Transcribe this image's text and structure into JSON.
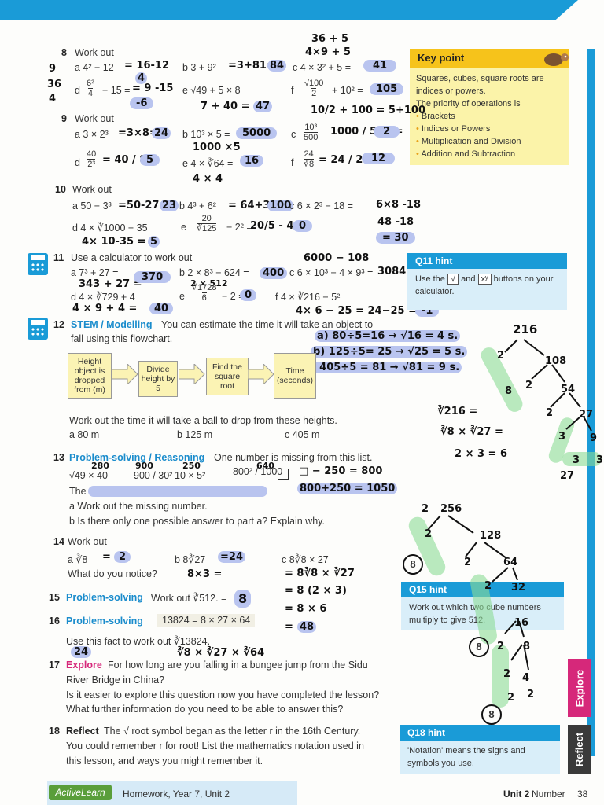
{
  "keypoint": {
    "title": "Key point",
    "text1": "Squares, cubes, square roots are indices or powers.",
    "text2": "The priority of operations is",
    "items": [
      "Brackets",
      "Indices or Powers",
      "Multiplication and Division",
      "Addition and Subtraction"
    ]
  },
  "q8": {
    "num": "8",
    "title": "Work out",
    "a": "a  4² − 12",
    "b": "b  3 + 9²",
    "c": "c  4 × 3² + 5 =",
    "d": "d",
    "e": "e  √49 + 5 × 8",
    "f": "f",
    "hw_a": "= 16-12",
    "hw_a2": "4",
    "hw_b": "=3+81=",
    "hw_b_ans": "84",
    "hw_c_top": "36 + 5",
    "hw_c_top2": "4×9 + 5",
    "hw_c_ans": "41",
    "hw_d": "= 9 -15",
    "hw_d_ans": "-6",
    "hw_e": "7 + 40 =",
    "hw_e_ans": "47",
    "hw_f_ans": "105",
    "hw_f_work": "10/2 + 100 = 5+100",
    "left_notes": [
      "9",
      "36",
      "4"
    ]
  },
  "q9": {
    "num": "9",
    "title": "Work out",
    "a": "a  3 × 2³",
    "b": "b  10³ × 5 =",
    "c": "c",
    "d": "d",
    "e": "e  4 × ∛64 =",
    "f": "f",
    "hw_a": "=3×8=",
    "hw_a_ans": "24",
    "hw_b_ans": "5000",
    "hw_b_work": "1000 ×5",
    "hw_c": "1000 / 500 =",
    "hw_c_ans": "2",
    "hw_d": "= 40 / 8 =",
    "hw_d_ans": "5",
    "hw_e_ans": "16",
    "hw_e_work": "4 × 4",
    "hw_f": "= 24 / 2 =",
    "hw_f_ans": "12"
  },
  "q10": {
    "num": "10",
    "title": "Work out",
    "a": "a  50 − 3³",
    "b": "b  4³ + 6²",
    "c": "c   6 × 2³ − 18 =",
    "d": "d  4 × ∛1000 − 35",
    "e": "e",
    "e_tail": "− 2² =",
    "hw_a": "=50-27=",
    "hw_a_ans": "23",
    "hw_b": "= 64+36 =",
    "hw_b_ans": "100",
    "hw_c": "6×8 -18",
    "hw_c2": "48 -18",
    "hw_c_ans": "= 30",
    "hw_d": "4× 10-35 =",
    "hw_d_ans": "5",
    "hw_e": "20/5 - 4 =",
    "hw_e_ans": "0"
  },
  "q11": {
    "num": "11",
    "title": "Use a calculator to work out",
    "a": "a  7³ + 27 =",
    "b": "b  2 × 8³ − 624 =",
    "c": "c  6 × 10³ − 4 × 9³ =",
    "d": "d  4 × ∛729 + 4",
    "e": "e",
    "e_tail": "− 2 =",
    "f": "f  4 × ∛216 − 5²",
    "hw_a_work": "343 + 27 =",
    "hw_a_ans": "370",
    "hw_b_work": "2 × 512",
    "hw_b_ans": "400",
    "hw_c_work": "6000 − 108",
    "hw_c_ans": "3084",
    "hw_d": "4 × 9 + 4 =",
    "hw_d_ans": "40",
    "hw_e_ans": "0",
    "hw_f": "4×  6  − 25 = 24−25 =",
    "hw_f_ans": "-1"
  },
  "q11hint": {
    "title": "Q11 hint",
    "text_pre": "Use the",
    "text_mid": "and",
    "text_post": "buttons on your calculator.",
    "key1": "√",
    "key2": "xʸ"
  },
  "q12": {
    "num": "12",
    "label": "STEM / Modelling",
    "text1": "You can estimate the time it will take an object to",
    "text2": "fall using this flowchart.",
    "flow": [
      "Height object is dropped from (m)",
      "Divide height by 5",
      "Find the square root",
      "Time (seconds)"
    ],
    "task": "Work out the time it will take a ball to drop from these heights.",
    "a": "a  80 m",
    "b": "b  125 m",
    "c": "c  405 m",
    "hw_a": "a) 80÷5=16 → √16 = 4 s.",
    "hw_b": "b) 125÷5= 25 → √25 = 5 s.",
    "hw_c": "c) 405÷5 = 81 → √81 = 9 s."
  },
  "q13": {
    "num": "13",
    "label": "Problem-solving / Reasoning",
    "text1": "One number is missing from this list.",
    "list": [
      "√49 × 40",
      "900 / 30²",
      "10 × 5²",
      "800² / 1000"
    ],
    "the": "The",
    "a": "a  Work out the missing number.",
    "b": "b  Is there only one possible answer to part a? Explain why.",
    "hw_top": [
      "280",
      "900",
      "250",
      "640"
    ],
    "hw_work": "□ − 250 = 800",
    "hw_ans": "800+250 = 1050"
  },
  "q14": {
    "num": "14",
    "title": "Work out",
    "a": "a  ∛8",
    "b": "b  8∛27",
    "c": "c  8∛8 × 27",
    "notice": "What do you notice?",
    "hw_a_ans": "2",
    "hw_b_ans": "=24",
    "hw_b_work": "8×3 =",
    "hw_c": [
      "= 8∛8 × ∛27",
      "= 8 (2 × 3)",
      "= 8 × 6",
      "48"
    ]
  },
  "q15": {
    "num": "15",
    "label": "Problem-solving",
    "text": "Work out ∛512. =",
    "hw_ans": "8"
  },
  "q15hint": {
    "title": "Q15 hint",
    "text": "Work out which two cube numbers multiply to give 512."
  },
  "q16": {
    "num": "16",
    "label": "Problem-solving",
    "fact": "13824 = 8 × 27 × 64",
    "text": "Use this fact to work out ∛13824.",
    "hw_ans": "24",
    "hw_work": "∛8 × ∛27 × ∛64"
  },
  "q17": {
    "num": "17",
    "label": "Explore",
    "lines": [
      "For how long are you falling in a bungee jump from the Sidu",
      "River Bridge in China?",
      "Is it easier to explore this question now you have completed the lesson?",
      "What further information do you need to be able to answer this?"
    ]
  },
  "q18": {
    "num": "18",
    "label": "Reflect",
    "lines": [
      "The √ root symbol began as the letter r in the 16th Century.",
      "You could remember r for root! List the mathematics notation used in",
      "this lesson, and ways you might remember it."
    ]
  },
  "q18hint": {
    "title": "Q18 hint",
    "text": "'Notation' means the signs and symbols you use."
  },
  "tree216": {
    "root": "216",
    "nodes": [
      "2",
      "108",
      "2",
      "54",
      "2",
      "27",
      "3",
      "9",
      "3",
      "3",
      "8",
      "27"
    ],
    "work": [
      "∛216 =",
      "∛8 × ∛27 =",
      "2 × 3 = 6"
    ]
  },
  "tree256": {
    "root": "256",
    "nodes": [
      "2",
      "128",
      "2",
      "64",
      "2",
      "32",
      "2",
      "16",
      "2",
      "8",
      "2",
      "4",
      "2",
      "2"
    ],
    "circled": "8"
  },
  "tabs": {
    "explore": "Explore",
    "reflect": "Reflect"
  },
  "footer": {
    "logo": "ActiveLearn",
    "text": "Homework, Year 7, Unit 2",
    "unit": "Unit 2",
    "unit_title": "Number",
    "page": "38"
  }
}
